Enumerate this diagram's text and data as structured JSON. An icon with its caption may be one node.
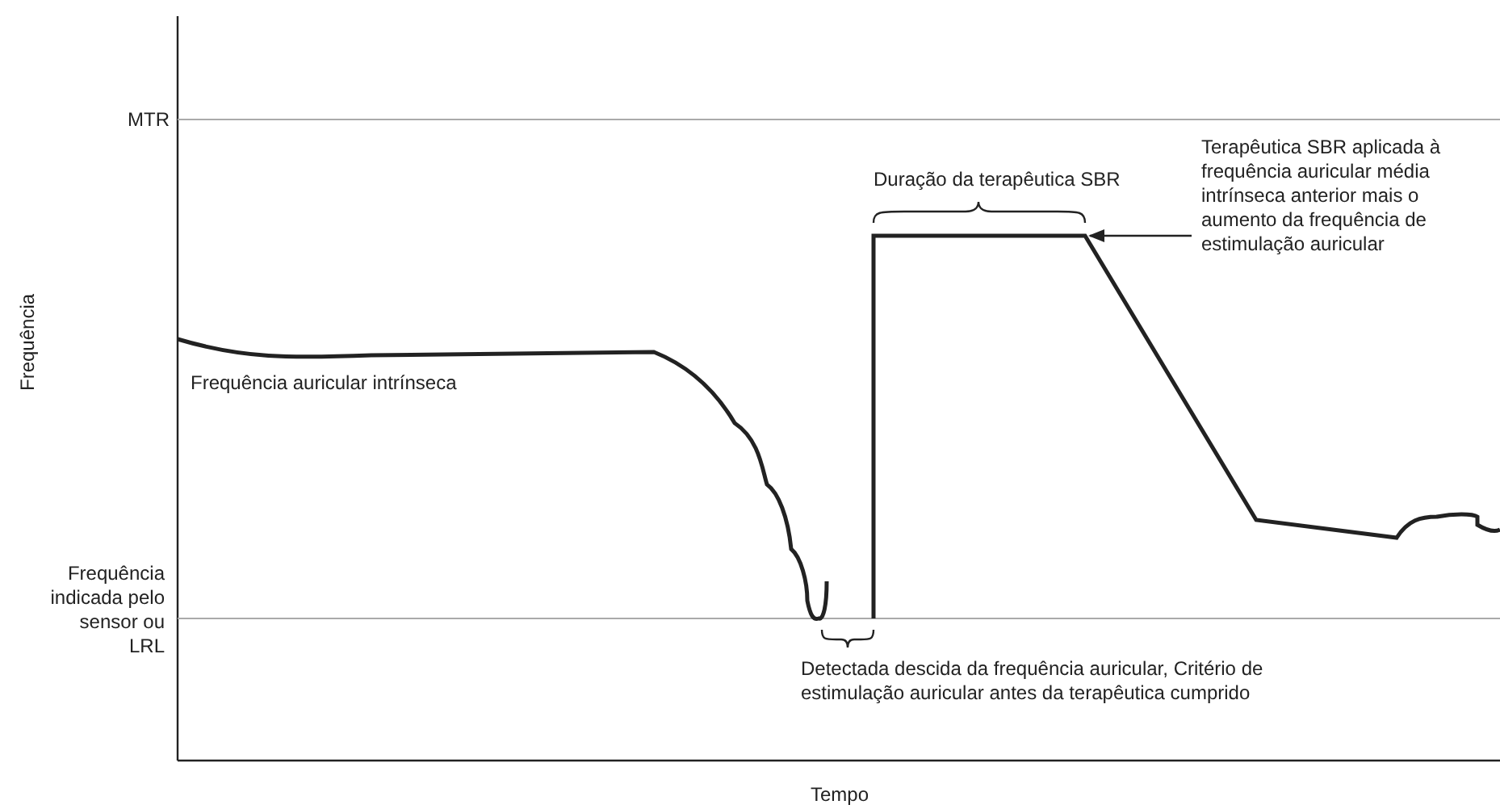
{
  "diagram": {
    "nodes": [
      {
        "text": [
          "Terapêutica SBR aplicada à frequência auricular média intrínseca anterior mais o aumento da frequência de estimulação auricular"
        ]
      },
      {
        "text": [],
        "shape": "line"
      }
    ],
    "edges": [
      {
        "from": 0,
        "to": 1,
        "arrow": "to"
      }
    ],
    "labels": [
      "MTR",
      "Duração da terapêutica SBR",
      "Frequência",
      "Frequência auricular intrínseca",
      "Frequência indicada pelo sensor ou LRL",
      "Detectada descida da frequência auricular, Critério de estimulação auricular antes da terapêutica cumprido",
      "Tempo"
    ]
  }
}
